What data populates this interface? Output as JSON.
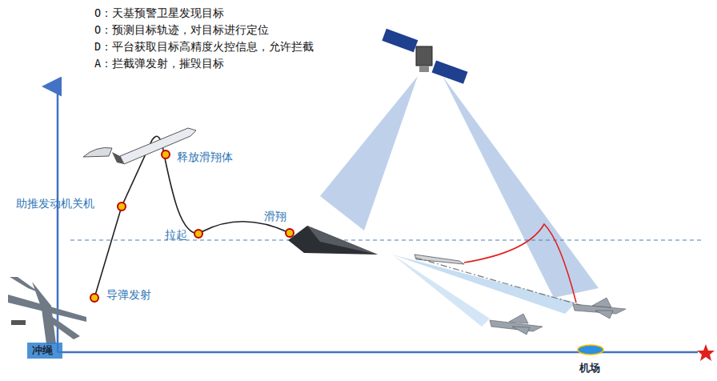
{
  "diagram": {
    "labels": [
      "O：天基预警卫星发现目标",
      "O：预测目标轨迹，对目标进行定位",
      "D：平台获取目标高精度火控信息，允许拦截",
      "A：拦截弹发射，摧毁目标",
      "释放滑翔体",
      "助推发动机关机",
      "拉起",
      "滑翔",
      "导弹发射",
      "冲绳",
      "机场"
    ]
  }
}
